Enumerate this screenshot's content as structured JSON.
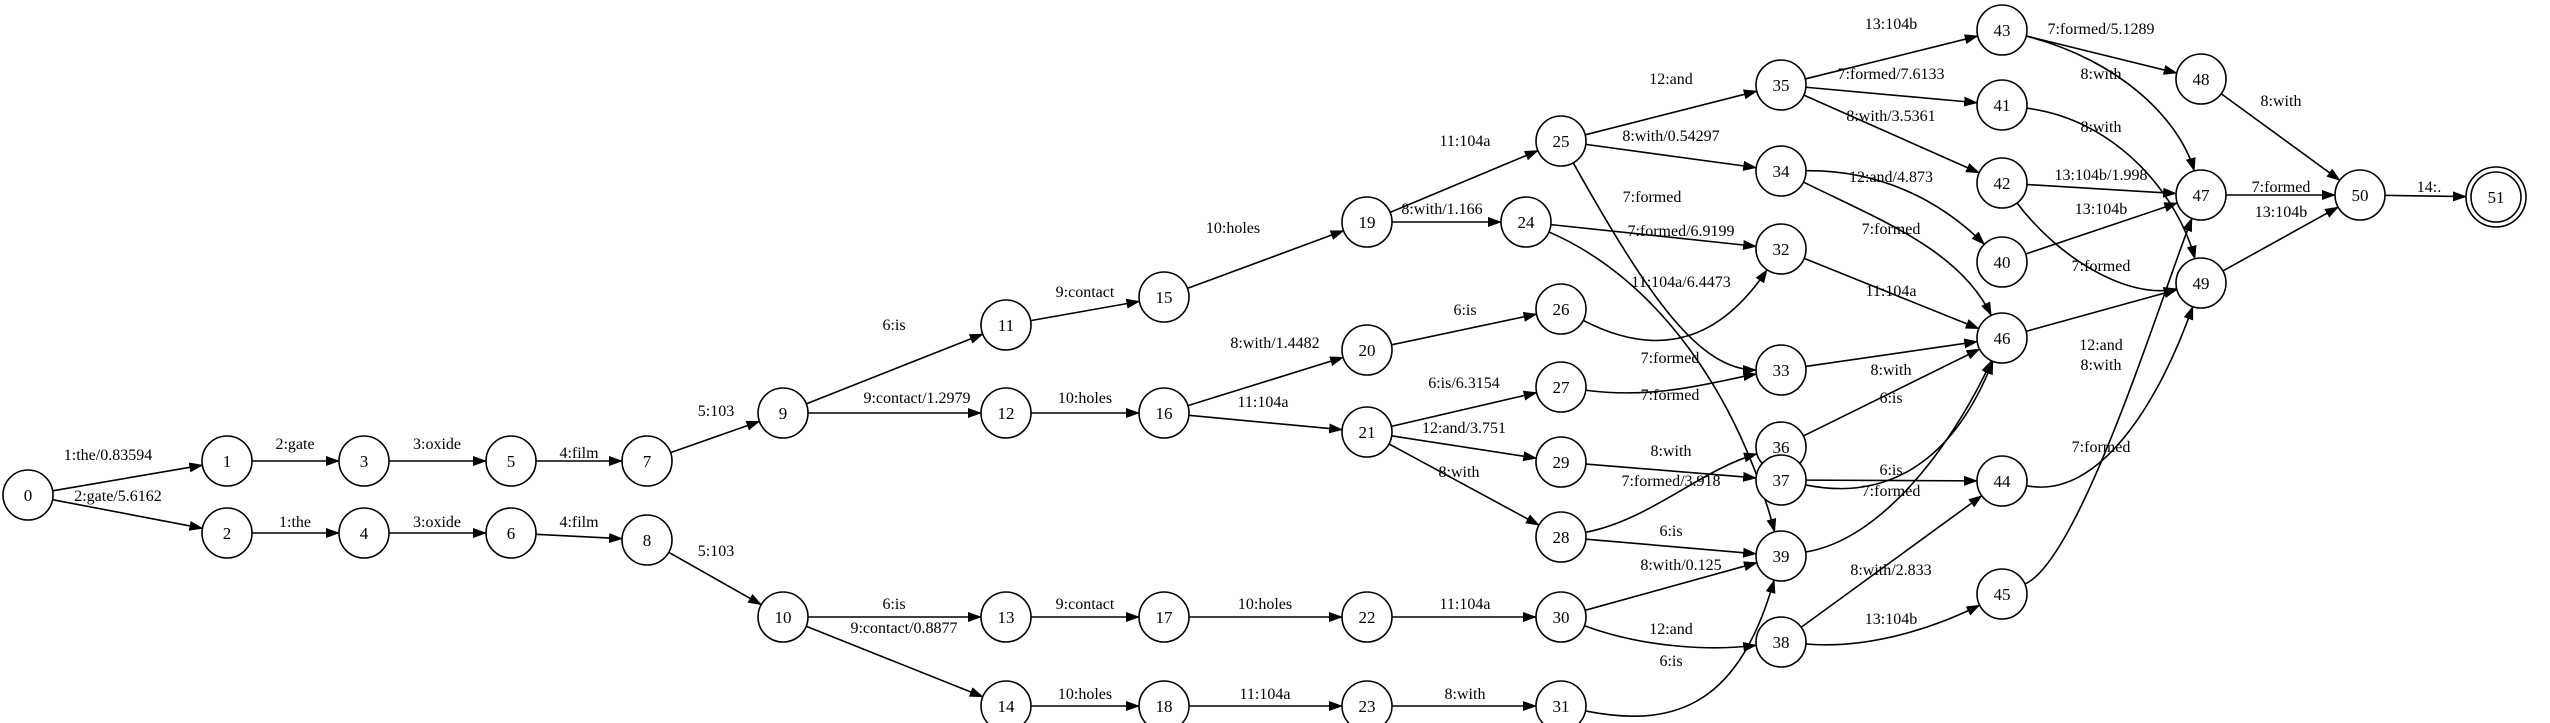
{
  "diagram": {
    "nodes": [
      "0",
      "1",
      "2",
      "3",
      "4",
      "5",
      "6",
      "7",
      "8",
      "9",
      "10",
      "11",
      "12",
      "13",
      "14",
      "15",
      "16",
      "17",
      "18",
      "19",
      "20",
      "21",
      "22",
      "23",
      "24",
      "25",
      "26",
      "27",
      "28",
      "29",
      "30",
      "31",
      "32",
      "33",
      "34",
      "35",
      "36",
      "37",
      "38",
      "39",
      "40",
      "41",
      "42",
      "43",
      "44",
      "45",
      "46",
      "47",
      "48",
      "49",
      "50",
      "51"
    ],
    "start_node": "0",
    "final_node": "51",
    "edges": [
      {
        "from": "0",
        "to": "1",
        "label": "1:the/0.83594"
      },
      {
        "from": "0",
        "to": "2",
        "label": "2:gate/5.6162"
      },
      {
        "from": "1",
        "to": "3",
        "label": "2:gate"
      },
      {
        "from": "2",
        "to": "4",
        "label": "1:the"
      },
      {
        "from": "3",
        "to": "5",
        "label": "3:oxide"
      },
      {
        "from": "4",
        "to": "6",
        "label": "3:oxide"
      },
      {
        "from": "5",
        "to": "7",
        "label": "4:film"
      },
      {
        "from": "6",
        "to": "8",
        "label": "4:film"
      },
      {
        "from": "7",
        "to": "9",
        "label": "5:103"
      },
      {
        "from": "8",
        "to": "10",
        "label": "5:103"
      },
      {
        "from": "9",
        "to": "11",
        "label": "6:is"
      },
      {
        "from": "9",
        "to": "12",
        "label": "9:contact/1.2979"
      },
      {
        "from": "10",
        "to": "13",
        "label": "6:is"
      },
      {
        "from": "10",
        "to": "14",
        "label": "9:contact/0.8877"
      },
      {
        "from": "11",
        "to": "15",
        "label": "9:contact"
      },
      {
        "from": "12",
        "to": "16",
        "label": "10:holes"
      },
      {
        "from": "13",
        "to": "17",
        "label": "9:contact"
      },
      {
        "from": "14",
        "to": "18",
        "label": "10:holes"
      },
      {
        "from": "15",
        "to": "19",
        "label": "10:holes"
      },
      {
        "from": "16",
        "to": "20",
        "label": "8:with/1.4482"
      },
      {
        "from": "16",
        "to": "21",
        "label": "11:104a"
      },
      {
        "from": "17",
        "to": "22",
        "label": "10:holes"
      },
      {
        "from": "18",
        "to": "23",
        "label": "11:104a"
      },
      {
        "from": "19",
        "to": "24",
        "label": "8:with/1.166"
      },
      {
        "from": "19",
        "to": "25",
        "label": "11:104a"
      },
      {
        "from": "20",
        "to": "26",
        "label": "6:is"
      },
      {
        "from": "21",
        "to": "27",
        "label": "6:is/6.3154"
      },
      {
        "from": "21",
        "to": "29",
        "label": "12:and/3.751"
      },
      {
        "from": "21",
        "to": "28",
        "label": "8:with"
      },
      {
        "from": "22",
        "to": "30",
        "label": "11:104a"
      },
      {
        "from": "23",
        "to": "31",
        "label": "8:with"
      },
      {
        "from": "24",
        "to": "32",
        "label": "7:formed"
      },
      {
        "from": "24",
        "to": "39",
        "label": "11:104a/6.4473"
      },
      {
        "from": "25",
        "to": "35",
        "label": "12:and"
      },
      {
        "from": "25",
        "to": "34",
        "label": "8:with/0.54297"
      },
      {
        "from": "25",
        "to": "33",
        "label": "7:formed/6.9199"
      },
      {
        "from": "26",
        "to": "32",
        "label": "7:formed"
      },
      {
        "from": "27",
        "to": "33",
        "label": "7:formed"
      },
      {
        "from": "28",
        "to": "36",
        "label": "7:formed/3.918"
      },
      {
        "from": "28",
        "to": "39",
        "label": "6:is"
      },
      {
        "from": "29",
        "to": "37",
        "label": "8:with"
      },
      {
        "from": "30",
        "to": "39",
        "label": "8:with/0.125"
      },
      {
        "from": "30",
        "to": "38",
        "label": "12:and"
      },
      {
        "from": "31",
        "to": "39",
        "label": "6:is"
      },
      {
        "from": "32",
        "to": "46",
        "label": "11:104a"
      },
      {
        "from": "33",
        "to": "46",
        "label": "8:with"
      },
      {
        "from": "34",
        "to": "40",
        "label": "12:and/4.873"
      },
      {
        "from": "34",
        "to": "46",
        "label": "7:formed"
      },
      {
        "from": "35",
        "to": "43",
        "label": "13:104b"
      },
      {
        "from": "35",
        "to": "41",
        "label": "7:formed/7.6133"
      },
      {
        "from": "35",
        "to": "42",
        "label": "8:with/3.5361"
      },
      {
        "from": "36",
        "to": "46",
        "label": "6:is"
      },
      {
        "from": "37",
        "to": "44",
        "label": "6:is"
      },
      {
        "from": "37",
        "to": "46",
        "label": "7:formed"
      },
      {
        "from": "38",
        "to": "44",
        "label": "8:with/2.833"
      },
      {
        "from": "38",
        "to": "45",
        "label": "13:104b"
      },
      {
        "from": "39",
        "to": "46",
        "label": ""
      },
      {
        "from": "40",
        "to": "47",
        "label": "13:104b"
      },
      {
        "from": "41",
        "to": "49",
        "label": "8:with"
      },
      {
        "from": "42",
        "to": "47",
        "label": "13:104b/1.998"
      },
      {
        "from": "42",
        "to": "49",
        "label": "7:formed"
      },
      {
        "from": "43",
        "to": "48",
        "label": "7:formed/5.1289"
      },
      {
        "from": "43",
        "to": "47",
        "label": "8:with"
      },
      {
        "from": "44",
        "to": "49",
        "label": "7:formed"
      },
      {
        "from": "45",
        "to": "47",
        "label": "8:with"
      },
      {
        "from": "46",
        "to": "49",
        "label": "12:and"
      },
      {
        "from": "47",
        "to": "50",
        "label": "7:formed"
      },
      {
        "from": "48",
        "to": "50",
        "label": "8:with"
      },
      {
        "from": "49",
        "to": "50",
        "label": "13:104b"
      },
      {
        "from": "50",
        "to": "51",
        "label": "14:."
      }
    ]
  }
}
